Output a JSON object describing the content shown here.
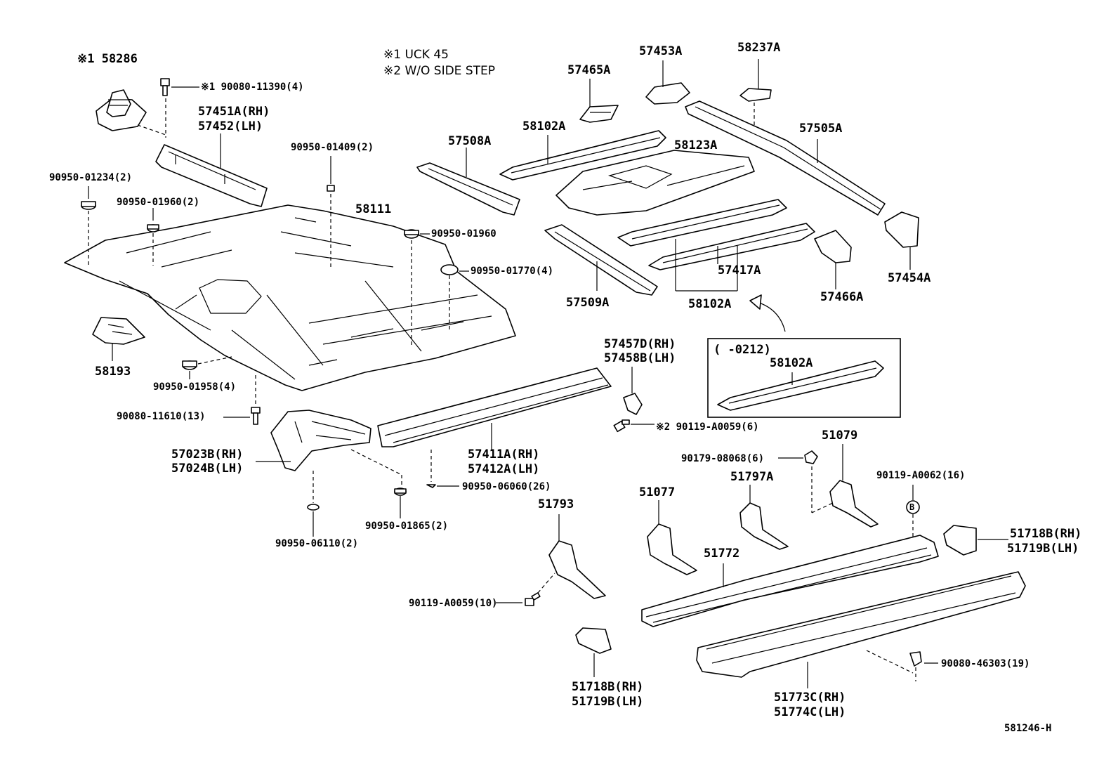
{
  "notes": {
    "n1": "※1 UCK 45",
    "n2": "※2 W/O SIDE STEP"
  },
  "labels": {
    "p58286": "※1 58286",
    "p90080_11390": "※1  90080-11390(4)",
    "p57451a": "57451A(RH)",
    "p57452": "57452(LH)",
    "p90950_01234": "90950-01234(2)",
    "p90950_01960_2": "90950-01960(2)",
    "p90950_01409": "90950-01409(2)",
    "p58111": "58111",
    "p90950_01960": "90950-01960",
    "p90950_01770": "90950-01770(4)",
    "p58193": "58193",
    "p90950_01958": "90950-01958(4)",
    "p90080_11610": "90080-11610(13)",
    "p57023b": "57023B(RH)",
    "p57024b": "57024B(LH)",
    "p90950_06110": "90950-06110(2)",
    "p90950_01865": "90950-01865(2)",
    "p90950_06060": "90950-06060(26)",
    "p57411a": "57411A(RH)",
    "p57412a": "57412A(LH)",
    "p57457d": "57457D(RH)",
    "p57458b": "57458B(LH)",
    "p90119_a0059_6": "※2  90119-A0059(6)",
    "p57508a": "57508A",
    "p57465a": "57465A",
    "p58102a_top": "58102A",
    "p58123a": "58123A",
    "p57453a": "57453A",
    "p58237a": "58237A",
    "p57505a": "57505A",
    "p57509a": "57509A",
    "p57417a": "57417A",
    "p58102a_bot": "58102A",
    "p57466a": "57466A",
    "p57454a": "57454A",
    "inset_range": "(     -0212)",
    "inset_part": "58102A",
    "p51079": "51079",
    "p90179_08068": "90179-08068(6)",
    "p51797a": "51797A",
    "p51077": "51077",
    "p90119_a0062": "90119-A0062(16)",
    "p51793": "51793",
    "p51772": "51772",
    "p51718b_r": "51718B(RH)",
    "p51719b_r": "51719B(LH)",
    "p90119_a0059_10": "90119-A0059(10)",
    "p51718b_l": "51718B(RH)",
    "p51719b_l": "51719B(LH)",
    "p51773c": "51773C(RH)",
    "p51774c": "51774C(LH)",
    "p90080_46303": "90080-46303(19)",
    "callout_b": "B",
    "diagram_id": "581246-H"
  }
}
